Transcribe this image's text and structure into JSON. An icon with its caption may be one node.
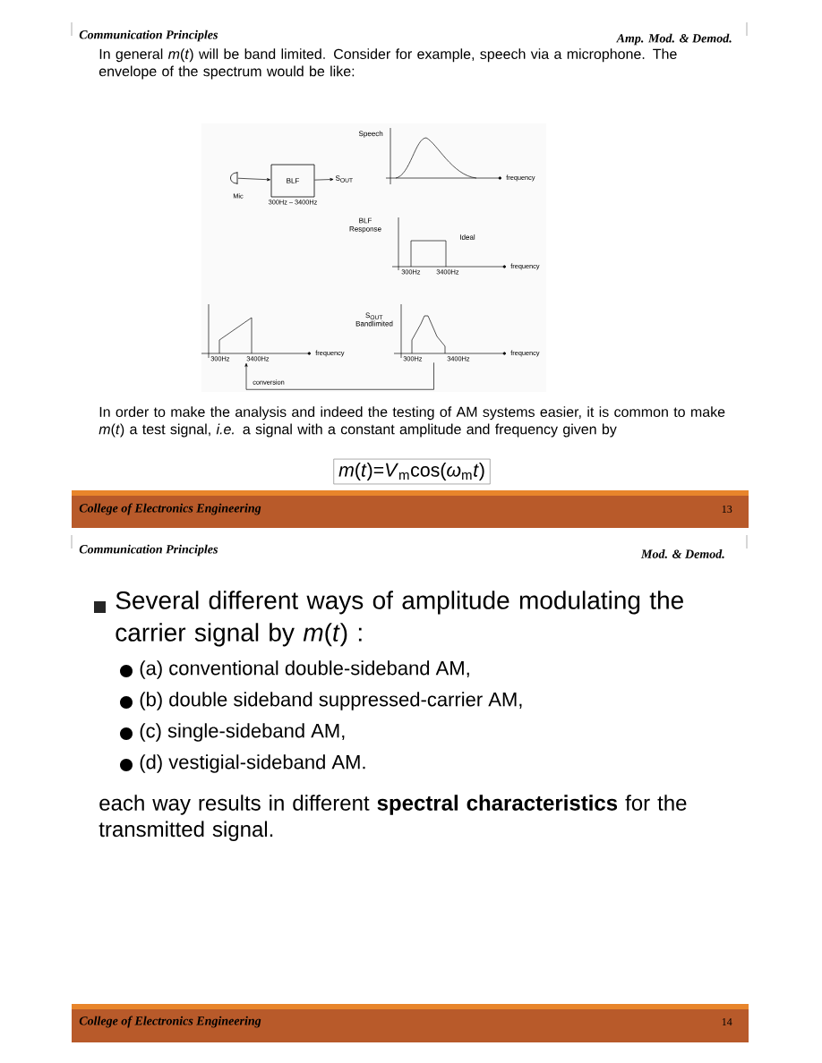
{
  "diagram": {
    "nodes": [
      {
        "text": [
          "Speech"
        ],
        "beside": [
          "frequency"
        ]
      },
      {
        "text": [
          "Mic"
        ]
      },
      {
        "text": [
          "BLF"
        ],
        "beside": [
          "300Hz – 3400Hz"
        ]
      },
      {
        "text": [
          "S$_{OUT}$"
        ]
      },
      {
        "text": [
          "BLF Response",
          "Ideal"
        ],
        "beside": [
          "300Hz",
          "3400Hz",
          "frequency"
        ]
      },
      {
        "text": [],
        "shape": "picture",
        "beside": [
          "300Hz",
          "3400Hz",
          "frequency"
        ]
      },
      {
        "text": [
          "S$_{OUT}$ Bandlimited"
        ],
        "beside": [
          "300Hz",
          "3400Hz",
          "frequency"
        ]
      }
    ],
    "edges": [
      {
        "from": 1,
        "to": 2,
        "arrow": "to"
      },
      {
        "from": 2,
        "to": 3,
        "arrow": "to"
      },
      {
        "from": 6,
        "to": 5,
        "arrow": "to",
        "label": "conversion"
      }
    ],
    "labels": [
      "Communication Principles",
      "Amp. Mod. & Demod.",
      "In general *m*(*t*) will be band limited. Consider for example, speech via a microphone. The envelope of the spectrum would be like:",
      "In order to make the analysis and indeed the testing of AM systems easier, it is common to make *m*(*t*) a test signal, *i.e.* a signal with a constant amplitude and frequency given by",
      "*m*(*t*)=*V*$_{m}$cos(*ω*$_{m}$*t*)",
      "College of Electronics Engineering",
      "13",
      "Communication Principles",
      "Mod. & Demod.",
      "Several different ways of amplitude modulating the carrier signal by *m*(*t*) :",
      "(a) conventional double-sideband AM,",
      "(b) double sideband suppressed-carrier AM,",
      "(c) single-sideband AM,",
      "(d) vestigial-sideband AM.",
      "each way results in different **spectral characteristics** for the transmitted signal.",
      "College of Electronics Engineering",
      "14"
    ]
  }
}
